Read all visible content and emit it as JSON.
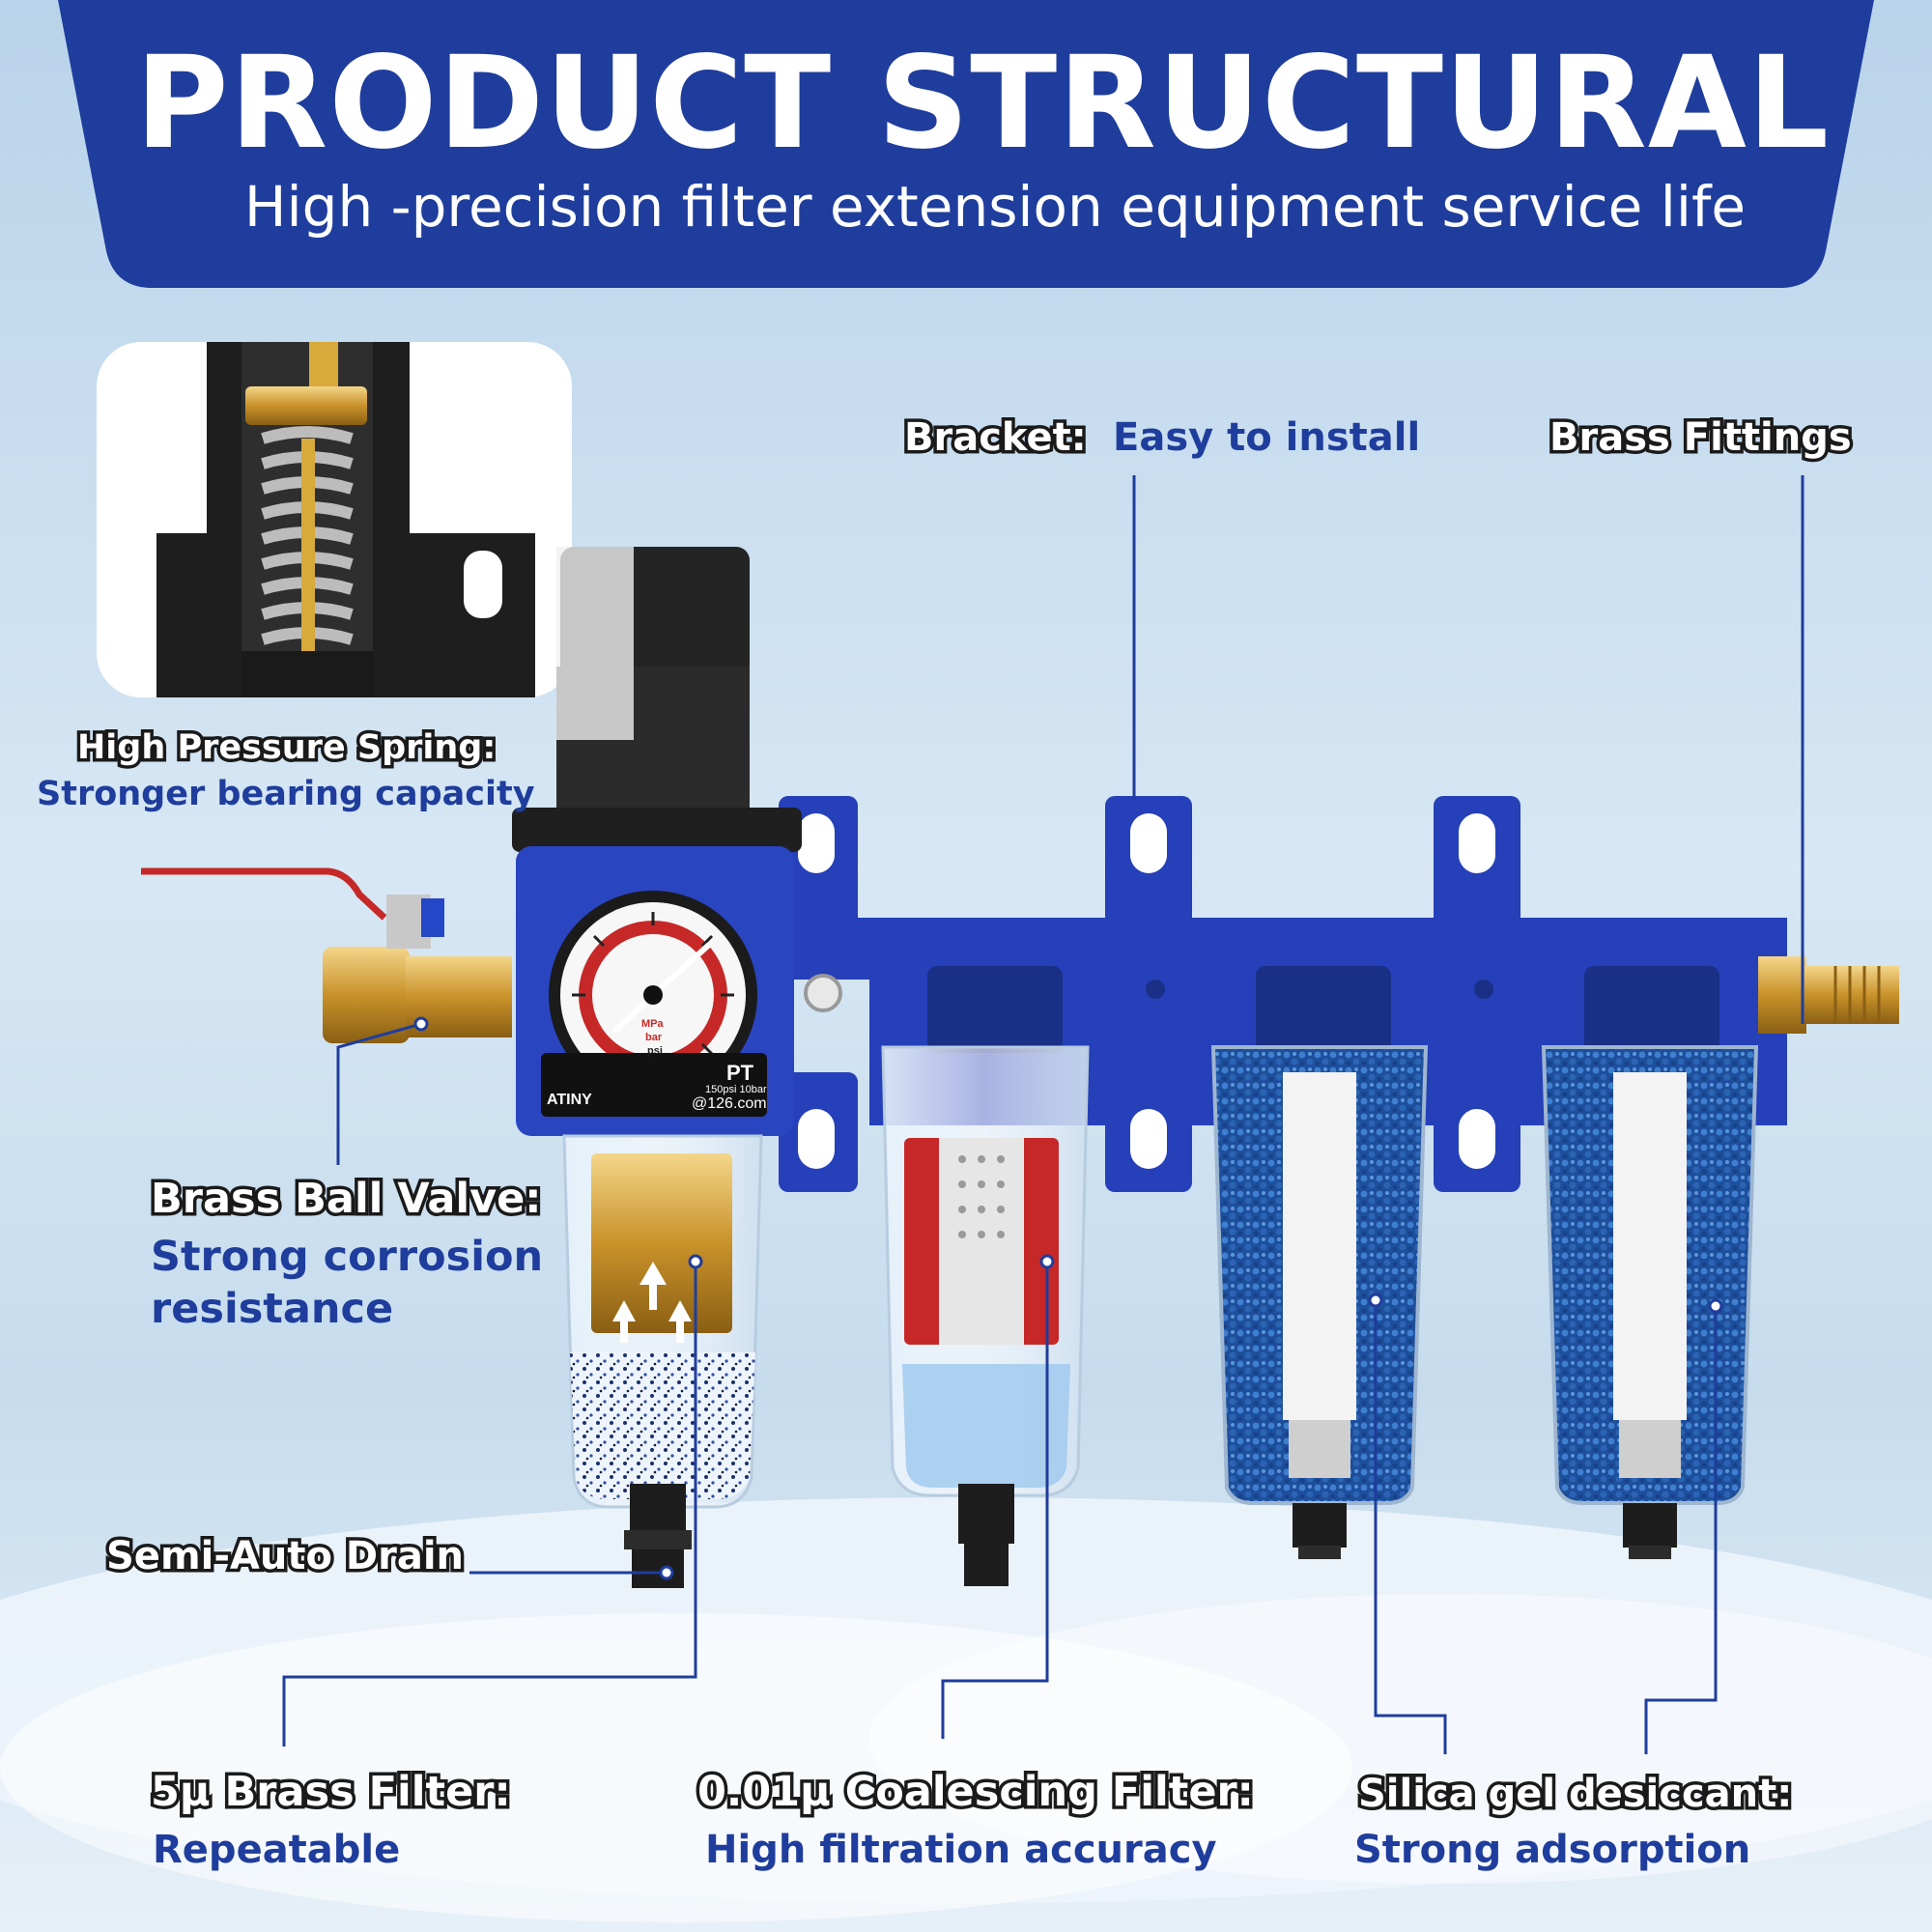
{
  "header": {
    "title": "PRODUCT STRUCTURAL",
    "subtitle": "High -precision filter extension equipment service life"
  },
  "callouts": {
    "bracket": {
      "title": "Bracket:",
      "desc": "Easy to install"
    },
    "brass_fittings": {
      "title": "Brass Fittings"
    },
    "spring": {
      "title": "High Pressure Spring:",
      "desc": "Stronger bearing capacity"
    },
    "ball_valve": {
      "title": "Brass Ball Valve:",
      "desc_line1": "Strong corrosion",
      "desc_line2": "resistance"
    },
    "drain": {
      "title": "Semi-Auto Drain"
    },
    "brass_filter": {
      "title": "5μ Brass Filter:",
      "desc": "Repeatable"
    },
    "coalescing": {
      "title": "0.01μ Coalescing Filter:",
      "desc": "High filtration accuracy"
    },
    "silica": {
      "title": "Silica gel desiccant:",
      "desc": "Strong adsorption"
    }
  },
  "gauge": {
    "brand": "ATINY",
    "spec": "150psi 10bar",
    "npt": "PT",
    "email": "@126.com",
    "units": [
      "MPa",
      "bar",
      "psi"
    ]
  },
  "colors": {
    "banner": "#1f3d9c",
    "accent_blue": "#2447c8",
    "brass": "#d9a53a",
    "red": "#c62828"
  }
}
